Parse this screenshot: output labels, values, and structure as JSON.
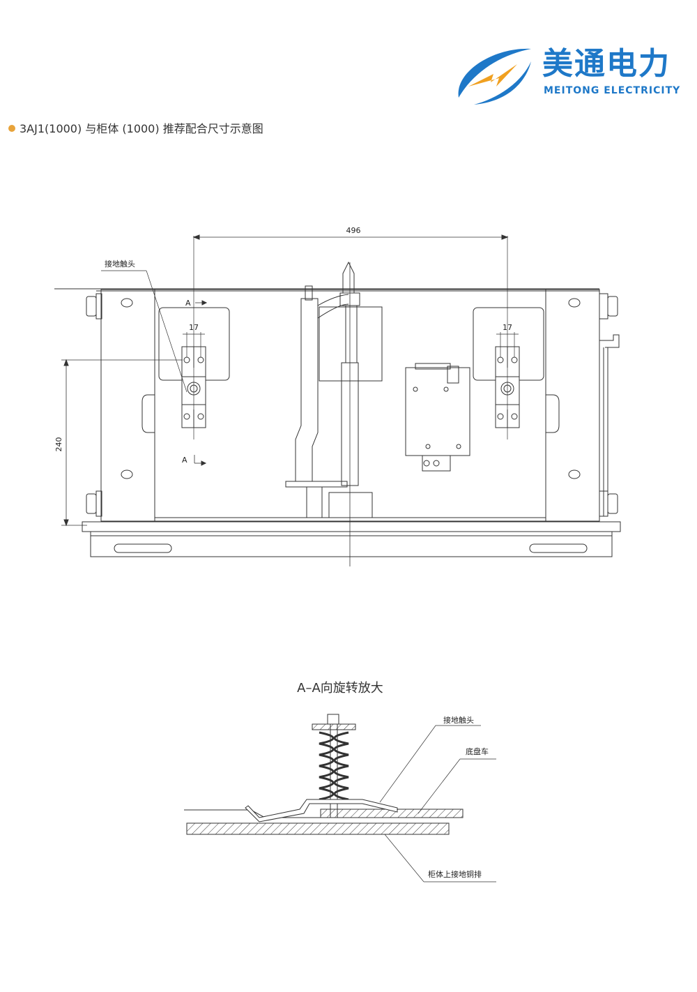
{
  "brand": {
    "name_cn": "美通电力",
    "name_en": "MEITONG ELECTRICITY",
    "colors": {
      "blue": "#1e78c8",
      "orange": "#f0a020"
    }
  },
  "heading": {
    "text": "3AJ1(1000) 与柜体 (1000) 推荐配合尺寸示意图",
    "bullet_color": "#e8a33a"
  },
  "front_view": {
    "labels": {
      "ground_contact": "接地触头",
      "section_a_top": "A",
      "section_a_bottom": "A"
    },
    "dimensions": {
      "overall_width": "496",
      "left_slot": "17",
      "right_slot": "17",
      "height": "240"
    }
  },
  "section_view": {
    "title": "A–A向旋转放大",
    "labels": {
      "ground_contact": "接地触头",
      "chassis": "底盘车",
      "copper_bar": "柜体上接地铜排"
    }
  }
}
